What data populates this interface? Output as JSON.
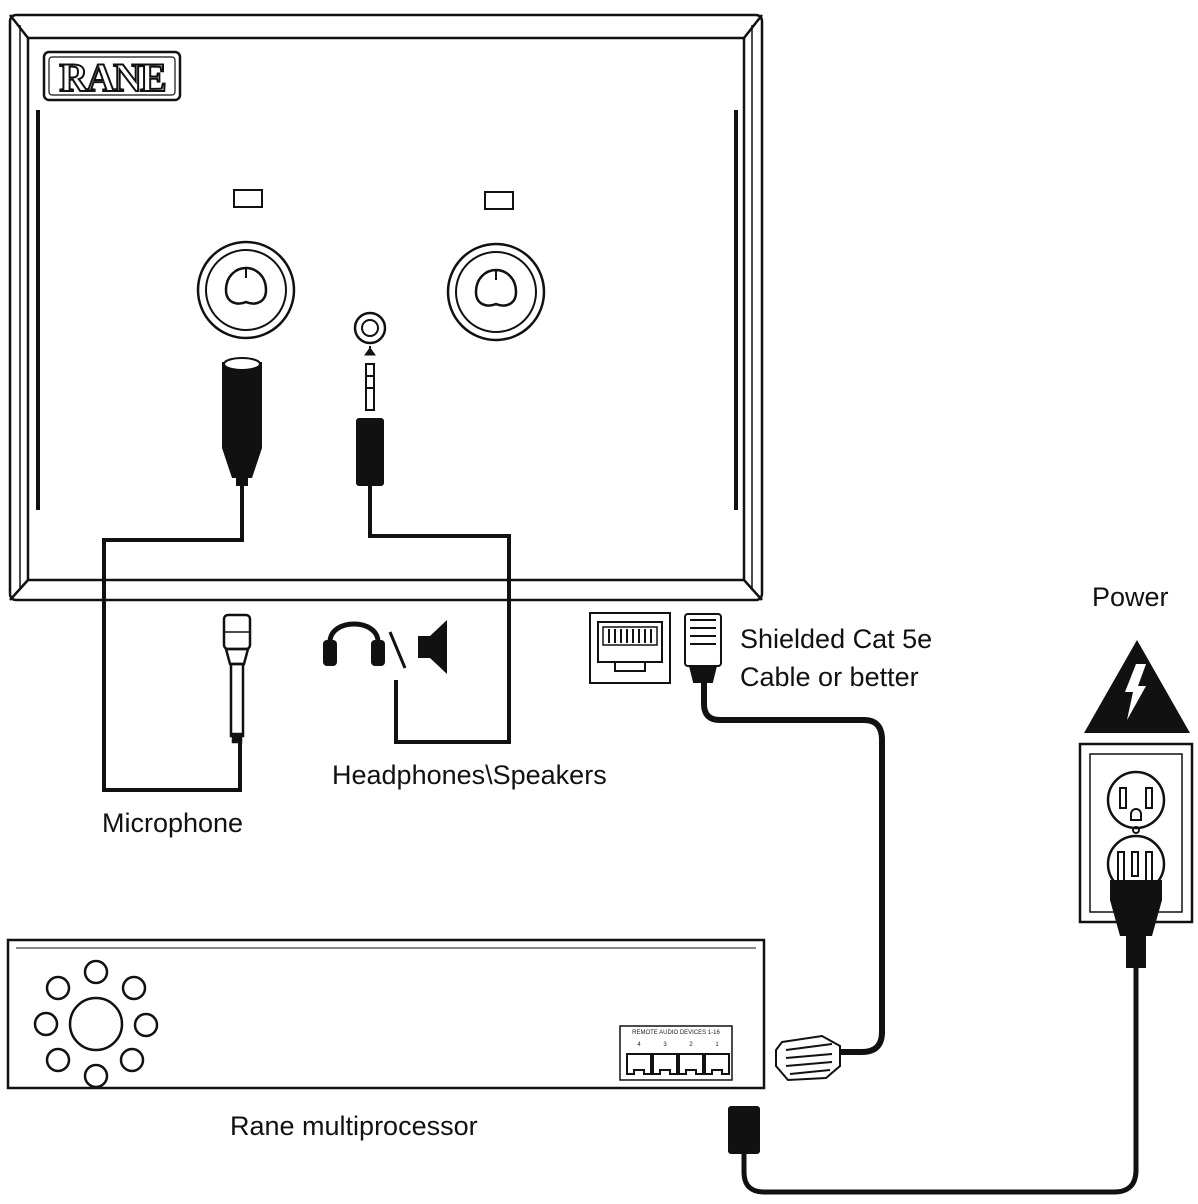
{
  "brand": {
    "logo_text": "RANE"
  },
  "labels": {
    "power": "Power",
    "cable_line1": "Shielded Cat 5e",
    "cable_line2": "Cable or better",
    "headphones_speakers": "Headphones\\Speakers",
    "microphone": "Microphone",
    "multiprocessor": "Rane multiprocessor"
  },
  "multiprocessor_ports": {
    "header": "REMOTE AUDIO DEVICES 1-16",
    "numbers": [
      "4",
      "3",
      "2",
      "1"
    ]
  },
  "colors": {
    "line": "#111111",
    "fill_dark": "#111111",
    "background": "#ffffff"
  },
  "icons": [
    "rane-logo",
    "xlr-combo-jack-icon",
    "headphone-jack-icon",
    "microphone-icon",
    "headphones-icon",
    "speaker-icon",
    "rj45-jack-icon",
    "rj45-plug-icon",
    "high-voltage-warning-icon",
    "wall-outlet-icon",
    "power-plug-icon",
    "network-hub-icon"
  ]
}
